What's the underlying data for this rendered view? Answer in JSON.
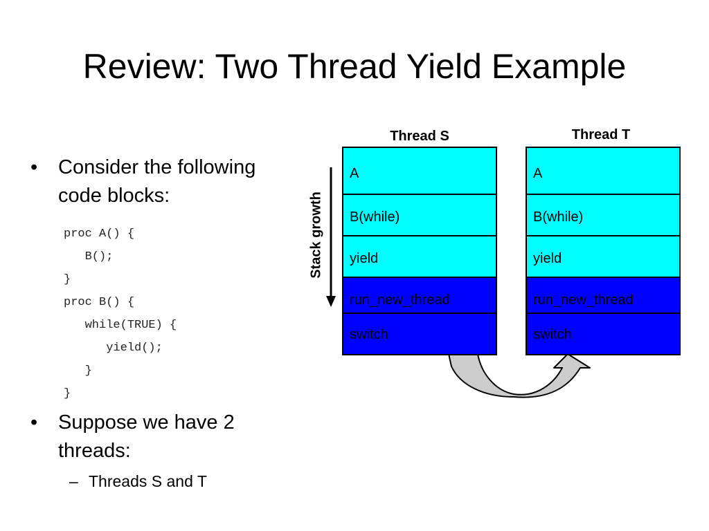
{
  "title": "Review: Two Thread Yield Example",
  "bullets": [
    {
      "lines": [
        "Consider the following",
        "code blocks:"
      ]
    },
    {
      "lines": [
        "Suppose we have 2",
        "threads:"
      ]
    }
  ],
  "bullet_symbol": "•",
  "code_lines": [
    "proc A() {",
    "   B();",
    "}",
    "proc B() {",
    "   while(TRUE) {",
    "      yield();",
    "   }",
    "}"
  ],
  "sub_bullet": {
    "dash": "–",
    "text": "Threads S and T"
  },
  "diagram": {
    "growth_label": "Stack growth",
    "threads": [
      {
        "name": "Thread S",
        "frames": [
          "A",
          "B(while)",
          "yield",
          "run_new_thread",
          "switch"
        ]
      },
      {
        "name": "Thread T",
        "frames": [
          "A",
          "B(while)",
          "yield",
          "run_new_thread",
          "switch"
        ]
      }
    ],
    "colors": {
      "cyan": "#00ffff",
      "blue": "#0000ff",
      "arrow_fill": "#cccccc"
    }
  }
}
